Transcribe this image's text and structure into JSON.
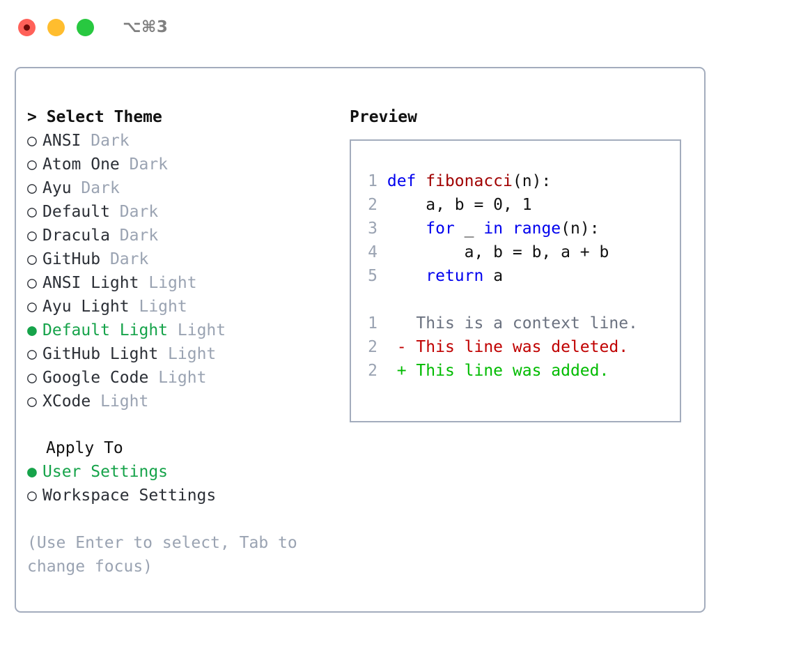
{
  "window": {
    "shortcut": "⌥⌘3",
    "traffic_lights": [
      {
        "name": "close",
        "color": "#ff6159"
      },
      {
        "name": "minimize",
        "color": "#ffbd2e"
      },
      {
        "name": "maximize",
        "color": "#28c840"
      }
    ]
  },
  "theme_list": {
    "header": "> Select Theme",
    "selected_marker": "●",
    "unselected_marker": "○",
    "items": [
      {
        "marker": "○",
        "name": "ANSI",
        "kind": "Dark",
        "selected": false
      },
      {
        "marker": "○",
        "name": "Atom One",
        "kind": "Dark",
        "selected": false
      },
      {
        "marker": "○",
        "name": "Ayu",
        "kind": "Dark",
        "selected": false
      },
      {
        "marker": "○",
        "name": "Default",
        "kind": "Dark",
        "selected": false
      },
      {
        "marker": "○",
        "name": "Dracula",
        "kind": "Dark",
        "selected": false
      },
      {
        "marker": "○",
        "name": "GitHub",
        "kind": "Dark",
        "selected": false
      },
      {
        "marker": "○",
        "name": "ANSI Light",
        "kind": "Light",
        "selected": false
      },
      {
        "marker": "○",
        "name": "Ayu Light",
        "kind": "Light",
        "selected": false
      },
      {
        "marker": "●",
        "name": "Default Light",
        "kind": "Light",
        "selected": true
      },
      {
        "marker": "○",
        "name": "GitHub Light",
        "kind": "Light",
        "selected": false
      },
      {
        "marker": "○",
        "name": "Google Code",
        "kind": "Light",
        "selected": false
      },
      {
        "marker": "○",
        "name": "XCode",
        "kind": "Light",
        "selected": false
      }
    ]
  },
  "apply_to": {
    "header": "Apply To",
    "items": [
      {
        "marker": "●",
        "label": "User Settings",
        "selected": true
      },
      {
        "marker": "○",
        "label": "Workspace Settings",
        "selected": false
      }
    ]
  },
  "hint": "(Use Enter to select, Tab to change focus)",
  "preview": {
    "title": "Preview",
    "code_lines": [
      {
        "lineno": "1",
        "tokens": [
          {
            "t": "def ",
            "c": "kw"
          },
          {
            "t": "fibonacci",
            "c": "fn"
          },
          {
            "t": "(n):",
            "c": "pl"
          }
        ]
      },
      {
        "lineno": "2",
        "tokens": [
          {
            "t": "    a, b = 0, 1",
            "c": "pl"
          }
        ]
      },
      {
        "lineno": "3",
        "tokens": [
          {
            "t": "    ",
            "c": "pl"
          },
          {
            "t": "for",
            "c": "kw"
          },
          {
            "t": " _ ",
            "c": "pl"
          },
          {
            "t": "in",
            "c": "kw"
          },
          {
            "t": " ",
            "c": "pl"
          },
          {
            "t": "range",
            "c": "kw"
          },
          {
            "t": "(n):",
            "c": "pl"
          }
        ]
      },
      {
        "lineno": "4",
        "tokens": [
          {
            "t": "        a, b = b, a + b",
            "c": "pl"
          }
        ]
      },
      {
        "lineno": "5",
        "tokens": [
          {
            "t": "    ",
            "c": "pl"
          },
          {
            "t": "return",
            "c": "kw"
          },
          {
            "t": " a",
            "c": "pl"
          }
        ]
      }
    ],
    "diff_lines": [
      {
        "lineno": "1",
        "sign": " ",
        "text": " This is a context line.",
        "kind": "context"
      },
      {
        "lineno": "2",
        "sign": "-",
        "text": " This line was deleted.",
        "kind": "del"
      },
      {
        "lineno": "2",
        "sign": "+",
        "text": " This line was added.",
        "kind": "add"
      }
    ]
  },
  "colors": {
    "accent_green": "#16a34a",
    "muted": "#9aa3b2",
    "border": "#a3acbd",
    "keyword": "#0000ee",
    "function": "#a00000",
    "diff_added": "#00bb00",
    "diff_deleted": "#c00000"
  }
}
